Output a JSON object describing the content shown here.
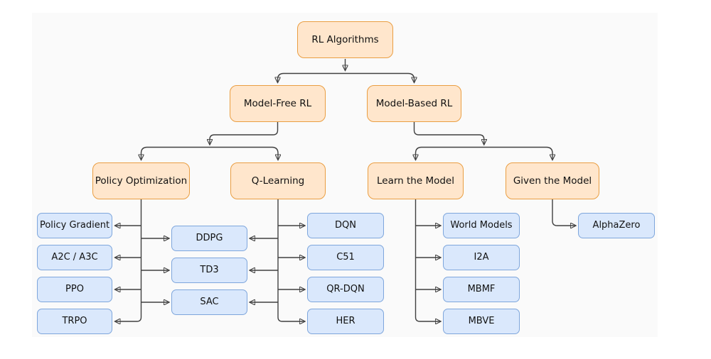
{
  "diagram": {
    "root": {
      "label": "RL Algorithms"
    },
    "level2": [
      {
        "id": "model-free-rl",
        "label": "Model-Free RL"
      },
      {
        "id": "model-based-rl",
        "label": "Model-Based RL"
      }
    ],
    "level3": [
      {
        "id": "policy-optimization",
        "label": "Policy Optimization"
      },
      {
        "id": "q-learning",
        "label": "Q-Learning"
      },
      {
        "id": "learn-the-model",
        "label": "Learn the Model"
      },
      {
        "id": "given-the-model",
        "label": "Given the Model"
      }
    ],
    "leaves": {
      "policy_optimization": [
        "Policy Gradient",
        "A2C / A3C",
        "PPO",
        "TRPO"
      ],
      "shared_policy_q": [
        "DDPG",
        "TD3",
        "SAC"
      ],
      "q_learning": [
        "DQN",
        "C51",
        "QR-DQN",
        "HER"
      ],
      "learn_the_model": [
        "World Models",
        "I2A",
        "MBMF",
        "MBVE"
      ],
      "given_the_model": [
        "AlphaZero"
      ]
    },
    "colors": {
      "page_bg": "#ffffff",
      "canvas_bg": "#fafafa",
      "category_fill": "#ffe6cc",
      "category_stroke": "#ea9e42",
      "leaf_fill": "#dae8fc",
      "leaf_stroke": "#7ea6dc",
      "edge_color": "#404040",
      "text_color": "#111111"
    }
  }
}
